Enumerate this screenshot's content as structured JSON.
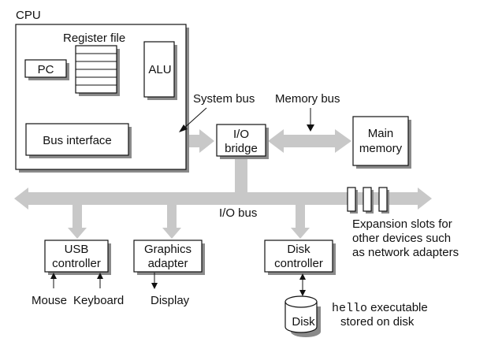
{
  "diagram": {
    "cpu_label": "CPU",
    "register_file_label": "Register file",
    "pc_label": "PC",
    "alu_label": "ALU",
    "system_bus_label": "System bus",
    "memory_bus_label": "Memory bus",
    "bus_interface_label": "Bus interface",
    "io_bridge_line1": "I/O",
    "io_bridge_line2": "bridge",
    "main_memory_line1": "Main",
    "main_memory_line2": "memory",
    "io_bus_label": "I/O bus",
    "expansion_line1": "Expansion slots for",
    "expansion_line2": "other devices such",
    "expansion_line3": "as network adapters",
    "usb_line1": "USB",
    "usb_line2": "controller",
    "graphics_line1": "Graphics",
    "graphics_line2": "adapter",
    "disk_controller_line1": "Disk",
    "disk_controller_line2": "controller",
    "mouse_label": "Mouse",
    "keyboard_label": "Keyboard",
    "display_label": "Display",
    "disk_label": "Disk",
    "hello_mono": "hello",
    "hello_rest": " executable",
    "stored_label": "stored on disk"
  },
  "colors": {
    "bus_fill": "#c8c8c8",
    "outline": "#111111",
    "shadow": "#8a8a8a"
  }
}
